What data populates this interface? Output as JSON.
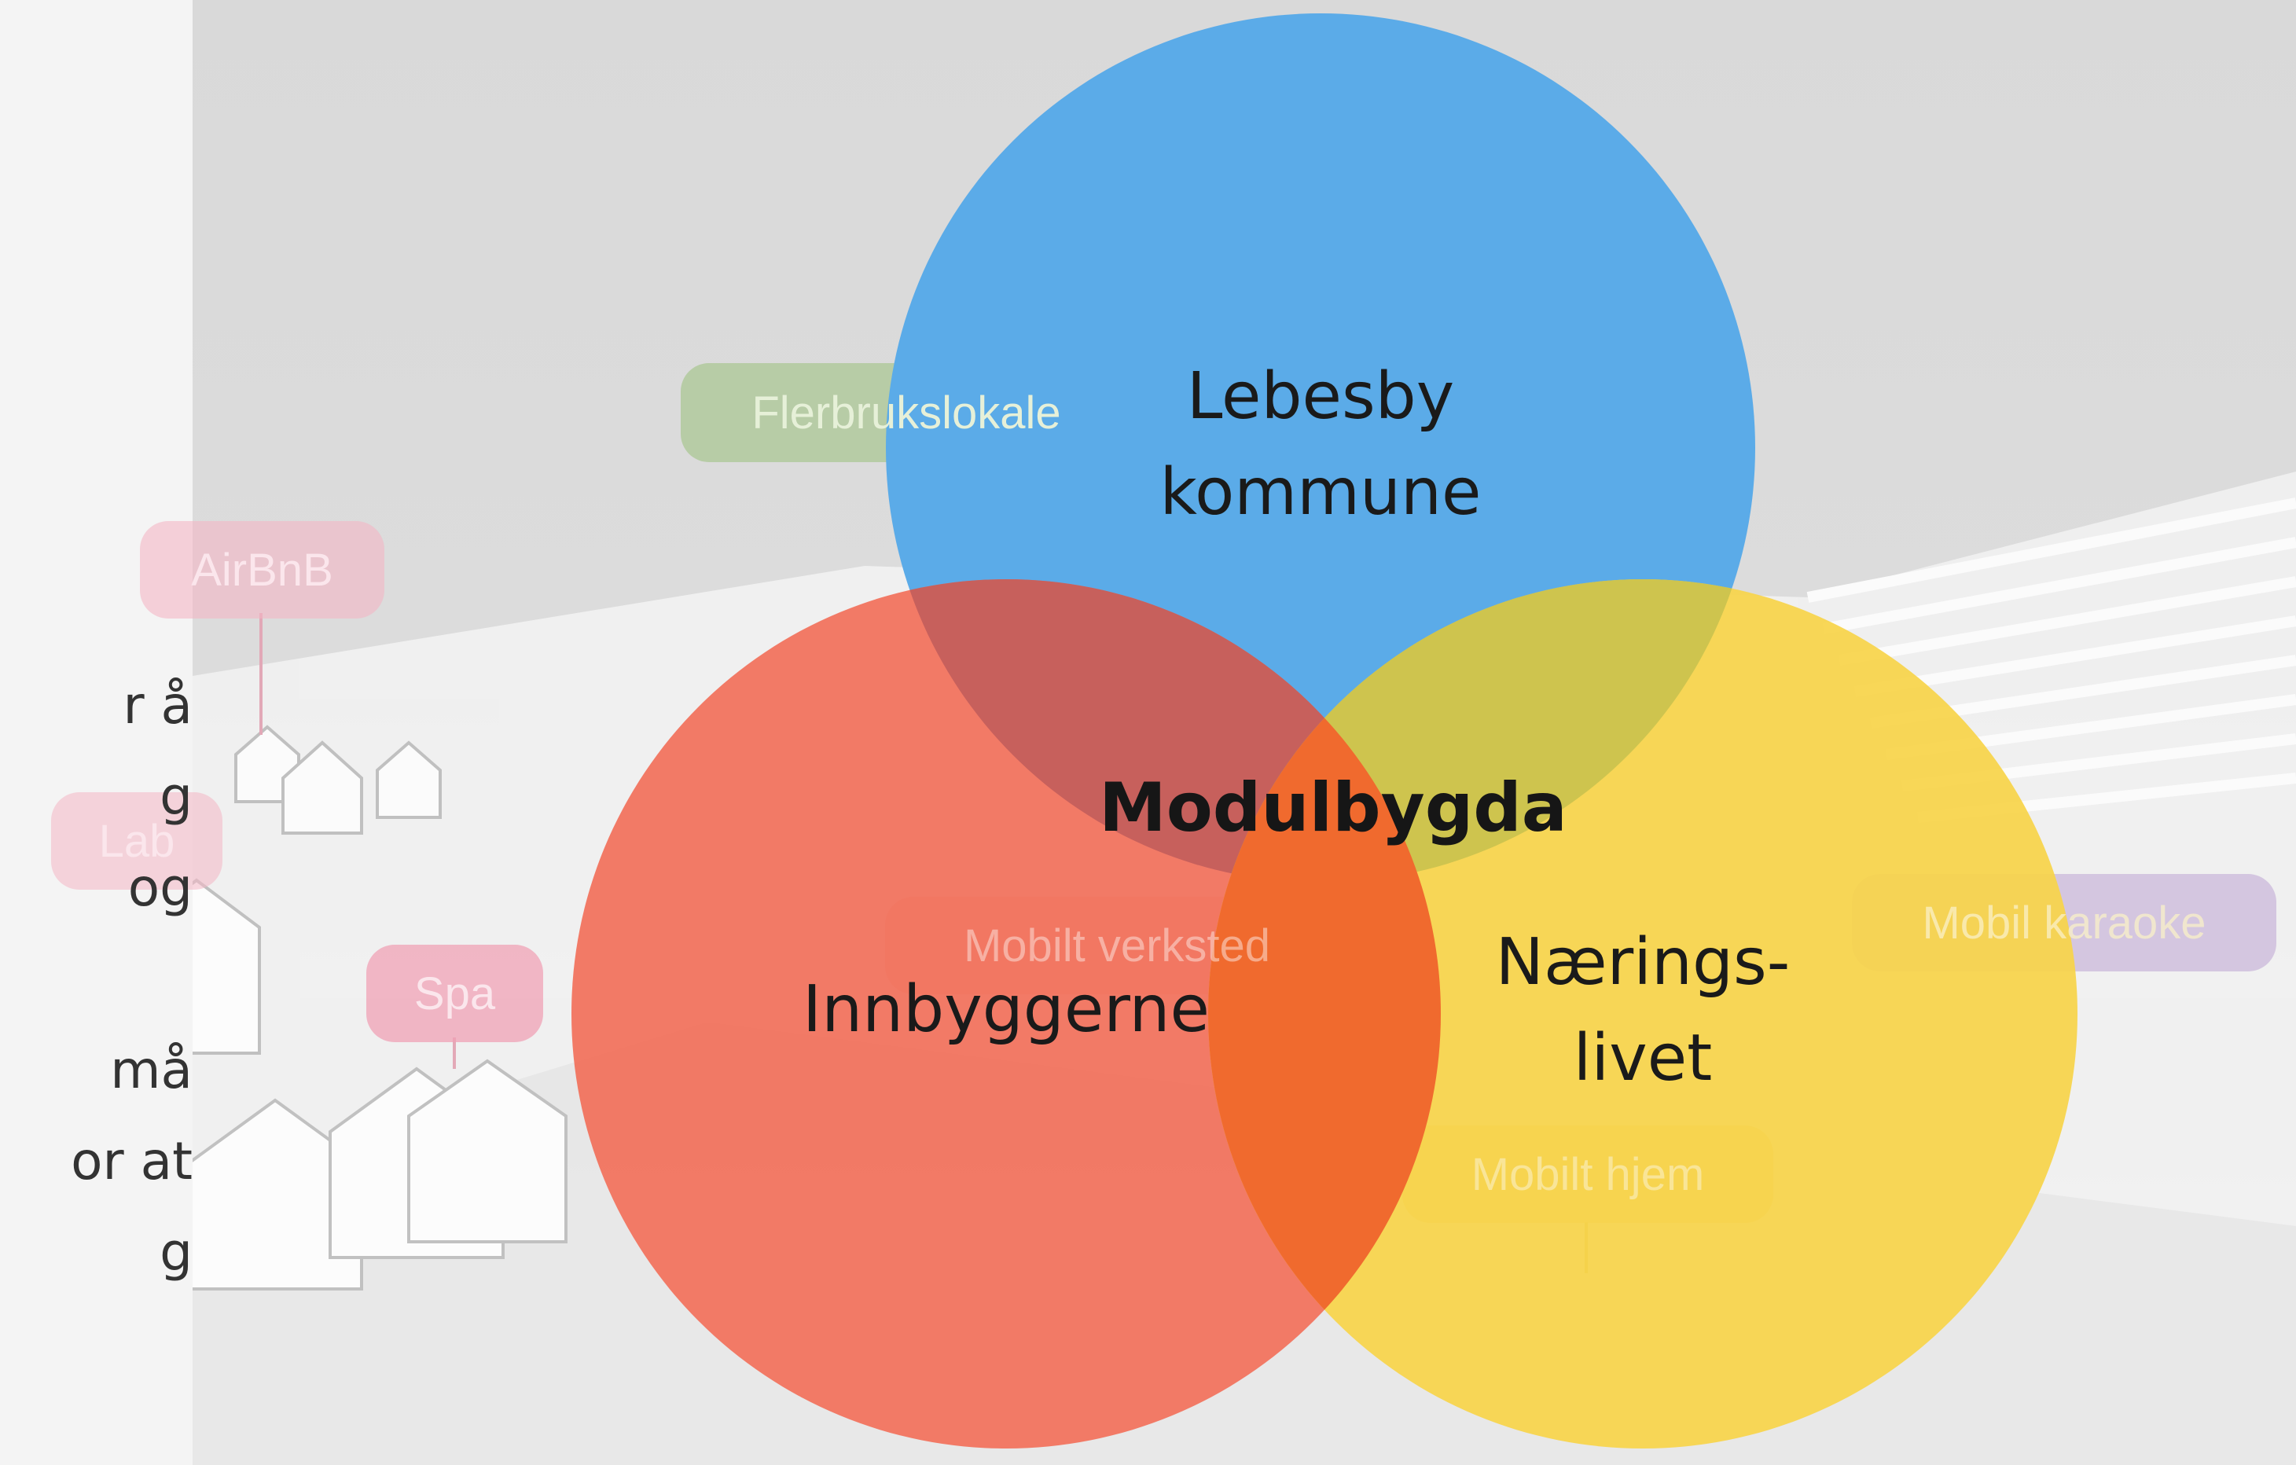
{
  "left_text_lines": [
    "r å",
    "g",
    " og",
    "",
    "må",
    "or at",
    "g"
  ],
  "background_tags": [
    {
      "label": "Flerbrukslokale",
      "color": "#a4c48a",
      "text_color": "#e6f0d8"
    },
    {
      "label": "AirBnB",
      "color": "#f4b6c4",
      "text_color": "#fbe6ec"
    },
    {
      "label": "Lab",
      "color": "#f4b6c4",
      "text_color": "#fbe6ec"
    },
    {
      "label": "Spa",
      "color": "#f0a2b6",
      "text_color": "#fbe6ec"
    },
    {
      "label": "Mobilt verksted",
      "color": "#f1a898",
      "text_color": "#fbe0d8"
    },
    {
      "label": "Mobil karaoke",
      "color": "#c8b4d8",
      "text_color": "#f2ecf8"
    },
    {
      "label": "Mobilt hjem",
      "color": "#e8c85a",
      "text_color": "#faf0c8"
    }
  ],
  "venn": {
    "center_label": "Modulbygda",
    "circles": [
      {
        "name": "kommune",
        "label_lines": [
          "Lebesby",
          "kommune"
        ],
        "color": "#5babe8"
      },
      {
        "name": "innbyggerne",
        "label_lines": [
          "Innbyggerne"
        ],
        "color": "#f2705a"
      },
      {
        "name": "naeringslivet",
        "label_lines": [
          "Nærings-",
          "livet"
        ],
        "color": "#f7d44a"
      }
    ],
    "overlap_colors": {
      "kommune_innbyggerne": "#c7605c",
      "kommune_naeringslivet": "#cec44e",
      "innbyggerne_naeringslivet": "#f06a2e"
    }
  },
  "colors": {
    "left_panel": "#f4f4f4",
    "background": "#e2e2e2"
  }
}
